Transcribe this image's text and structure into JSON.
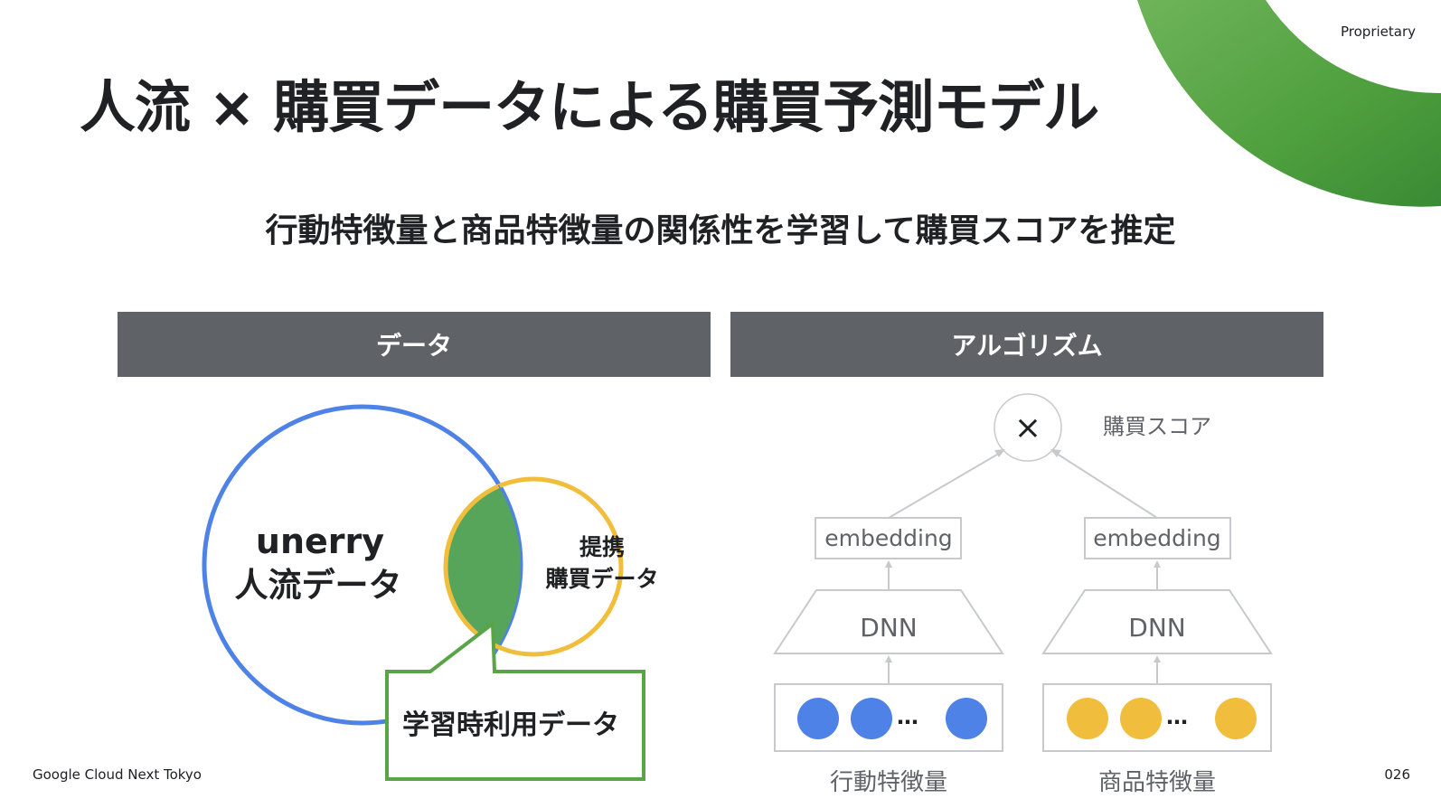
{
  "slide": {
    "proprietary": "Proprietary",
    "title": "人流 × 購買データによる購買予測モデル",
    "subtitle": "行動特徴量と商品特徴量の関係性を学習して購買スコアを推定",
    "footer": "Google Cloud Next Tokyo",
    "page_number": "026"
  },
  "data_panel": {
    "header": "データ",
    "venn": {
      "main_line1": "unerry",
      "main_line2": "人流データ",
      "partner_line1": "提携",
      "partner_line2": "購買データ",
      "callout": "学習時利用データ"
    }
  },
  "algorithm_panel": {
    "header": "アルゴリズム",
    "score_symbol": "×",
    "score_label": "購買スコア",
    "towers": [
      {
        "embedding": "embedding",
        "dnn": "DNN",
        "label": "行動特徴量",
        "dot_color": "#4f82e6",
        "ellipsis": "…"
      },
      {
        "embedding": "embedding",
        "dnn": "DNN",
        "label": "商品特徴量",
        "dot_color": "#f0be3c",
        "ellipsis": "…"
      }
    ]
  },
  "colors": {
    "header_bg": "#5f6368",
    "venn_blue": "#4f82e6",
    "venn_yellow": "#f0be3c",
    "overlap_green": "#57a55a",
    "accent_green": "#58a447"
  }
}
